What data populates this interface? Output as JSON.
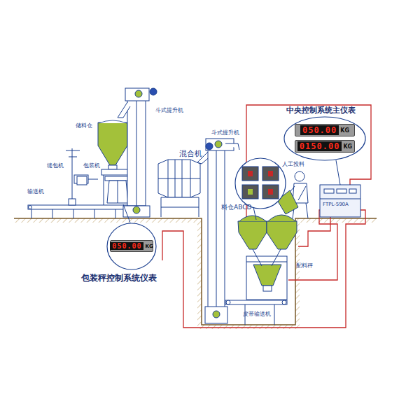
{
  "diagram": {
    "nodes": [
      {
        "text": [
          "中央控制系统主仪表"
        ]
      },
      {
        "text": [
          "050.00",
          "KG"
        ],
        "in": 0
      },
      {
        "text": [
          "0150.00",
          "KG"
        ],
        "in": 0
      },
      {
        "text": [
          "FTPL-590A"
        ]
      },
      {
        "text": [
          "包装秤控制系统仪表"
        ]
      },
      {
        "text": [
          "050.00",
          "KG"
        ],
        "in": 4
      }
    ],
    "labels": [
      "储料仓",
      "斗式提升机",
      "缝包机",
      "包装机",
      "输送机",
      "混合机",
      "斗式提升机",
      "料仓ABCD",
      "人工投料",
      "配料秤",
      "皮带输送机"
    ]
  }
}
